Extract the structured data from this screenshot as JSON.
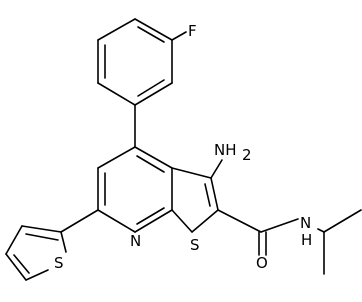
{
  "labels": {
    "fluorine": "F",
    "amino": "NH",
    "amino_subscript": "2",
    "thiophene_sulfur": "S",
    "pyridine_nitrogen": "N",
    "thiophenyl_sulfur": "S",
    "amide_nitrogen": "N",
    "amide_hydrogen": "H",
    "carbonyl_oxygen": "O"
  }
}
